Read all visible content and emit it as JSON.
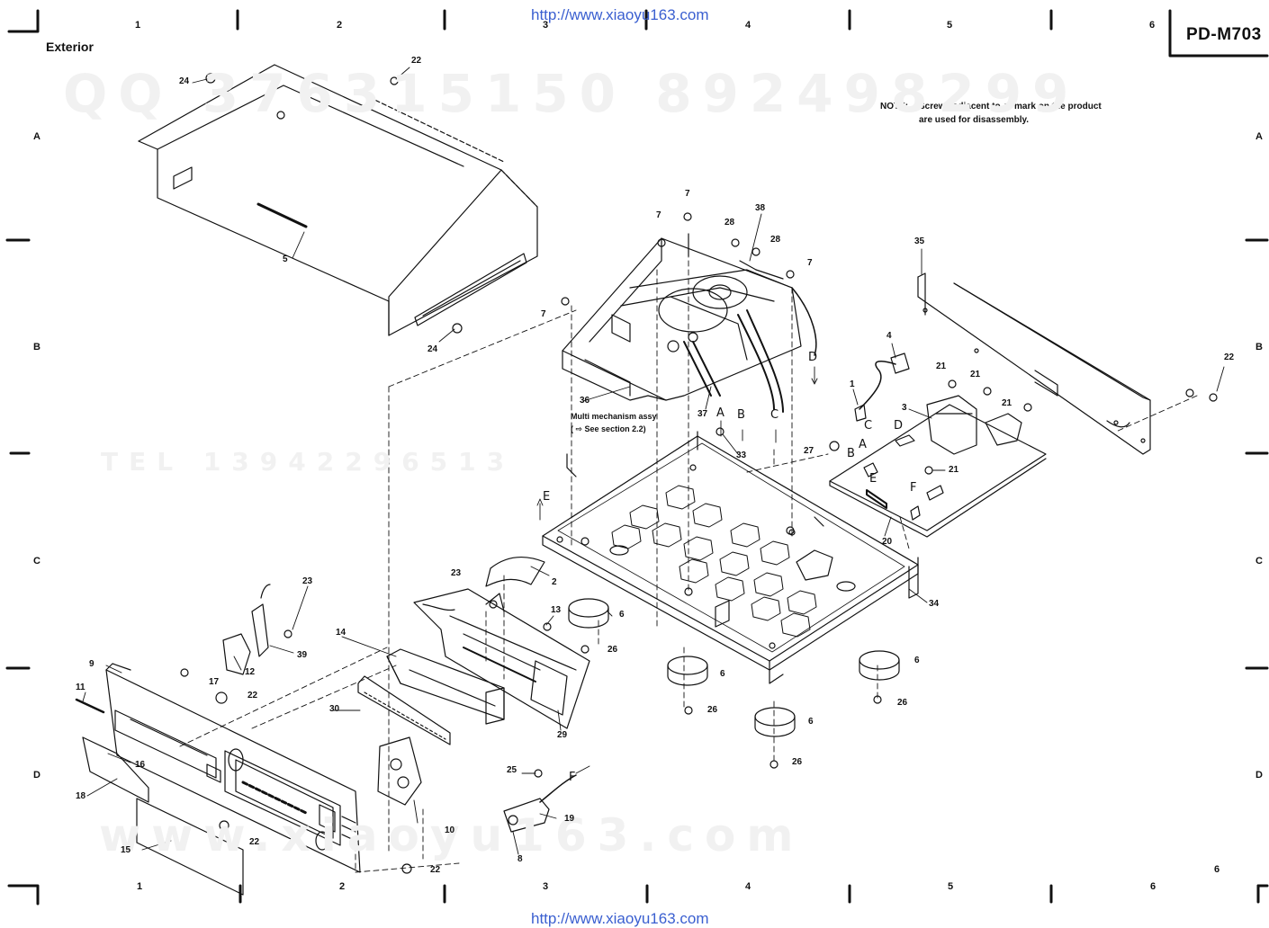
{
  "header": {
    "url_top": "http://www.xiaoyu163.com",
    "url_bottom": "http://www.xiaoyu163.com",
    "section_title": "Exterior",
    "model": "PD-M703",
    "page_number": "6"
  },
  "note": {
    "label": "NOTE:",
    "line1": "Screws adjacent to ▼ mark on the product",
    "line2": "are used for disassembly."
  },
  "grid": {
    "columns": [
      "1",
      "2",
      "3",
      "4",
      "5",
      "6"
    ],
    "rows": [
      "A",
      "B",
      "C",
      "D"
    ]
  },
  "mechanism_caption": {
    "line1": "Multi mechanism assy",
    "line2": "( ⇨ See section 2.2)"
  },
  "watermarks": {
    "qq": "QQ 376315150   892498299",
    "tel": "TEL 13942296513",
    "site": "www.xiaoyu163.com"
  },
  "callouts": [
    {
      "id": "c24a",
      "label": "24"
    },
    {
      "id": "c22a",
      "label": "22"
    },
    {
      "id": "c5",
      "label": "5"
    },
    {
      "id": "c24b",
      "label": "24"
    },
    {
      "id": "c7a",
      "label": "7"
    },
    {
      "id": "c7b",
      "label": "7"
    },
    {
      "id": "c28a",
      "label": "28"
    },
    {
      "id": "c38",
      "label": "38"
    },
    {
      "id": "c28b",
      "label": "28"
    },
    {
      "id": "c7c",
      "label": "7"
    },
    {
      "id": "c7d",
      "label": "7"
    },
    {
      "id": "c36",
      "label": "36"
    },
    {
      "id": "c37",
      "label": "37"
    },
    {
      "id": "c33",
      "label": "33"
    },
    {
      "id": "c35",
      "label": "35"
    },
    {
      "id": "c4",
      "label": "4"
    },
    {
      "id": "c21a",
      "label": "21"
    },
    {
      "id": "c21b",
      "label": "21"
    },
    {
      "id": "c21c",
      "label": "21"
    },
    {
      "id": "c22b",
      "label": "22"
    },
    {
      "id": "c1",
      "label": "1"
    },
    {
      "id": "c3",
      "label": "3"
    },
    {
      "id": "c27",
      "label": "27"
    },
    {
      "id": "c21d",
      "label": "21"
    },
    {
      "id": "c20",
      "label": "20"
    },
    {
      "id": "c2",
      "label": "2"
    },
    {
      "id": "c23a",
      "label": "23"
    },
    {
      "id": "c23b",
      "label": "23"
    },
    {
      "id": "c13",
      "label": "13"
    },
    {
      "id": "c14",
      "label": "14"
    },
    {
      "id": "c6a",
      "label": "6"
    },
    {
      "id": "c26a",
      "label": "26"
    },
    {
      "id": "c34",
      "label": "34"
    },
    {
      "id": "c39",
      "label": "39"
    },
    {
      "id": "c12",
      "label": "12"
    },
    {
      "id": "c9",
      "label": "9"
    },
    {
      "id": "c17",
      "label": "17"
    },
    {
      "id": "c11",
      "label": "11"
    },
    {
      "id": "c22c",
      "label": "22"
    },
    {
      "id": "c30",
      "label": "30"
    },
    {
      "id": "c29",
      "label": "29"
    },
    {
      "id": "c6b",
      "label": "6"
    },
    {
      "id": "c26b",
      "label": "26"
    },
    {
      "id": "c6c",
      "label": "6"
    },
    {
      "id": "c26c",
      "label": "26"
    },
    {
      "id": "c6d",
      "label": "6"
    },
    {
      "id": "c26d",
      "label": "26"
    },
    {
      "id": "c16",
      "label": "16"
    },
    {
      "id": "c18",
      "label": "18"
    },
    {
      "id": "c10",
      "label": "10"
    },
    {
      "id": "c25",
      "label": "25"
    },
    {
      "id": "c19",
      "label": "19"
    },
    {
      "id": "c8",
      "label": "8"
    },
    {
      "id": "c22d",
      "label": "22"
    },
    {
      "id": "c22e",
      "label": "22"
    },
    {
      "id": "c15",
      "label": "15"
    }
  ],
  "connectors": [
    {
      "id": "kD1",
      "label": "D"
    },
    {
      "id": "kA1",
      "label": "A"
    },
    {
      "id": "kB1",
      "label": "B"
    },
    {
      "id": "kC1",
      "label": "C"
    },
    {
      "id": "kE1",
      "label": "E"
    },
    {
      "id": "kD2",
      "label": "D"
    },
    {
      "id": "kC2",
      "label": "C"
    },
    {
      "id": "kA2",
      "label": "A"
    },
    {
      "id": "kB2",
      "label": "B"
    },
    {
      "id": "kE2",
      "label": "E"
    },
    {
      "id": "kF1",
      "label": "F"
    },
    {
      "id": "kF2",
      "label": "F"
    }
  ]
}
